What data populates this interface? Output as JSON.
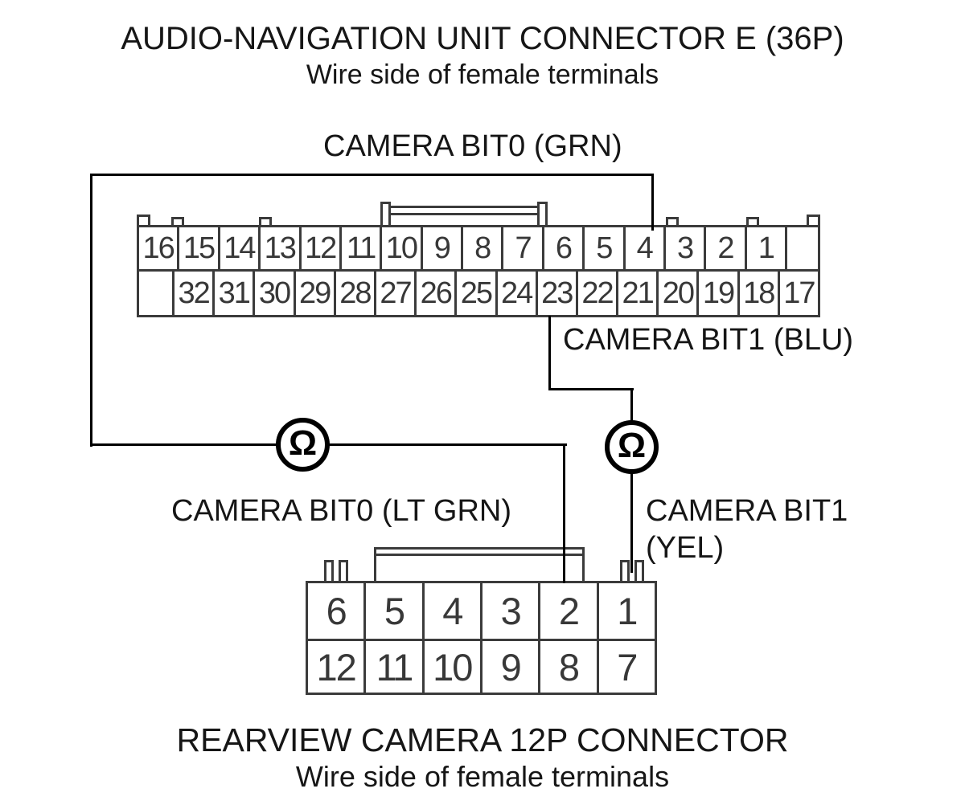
{
  "header": {
    "title": "AUDIO-NAVIGATION UNIT CONNECTOR E (36P)",
    "subtitle": "Wire side of female terminals"
  },
  "footer": {
    "title": "REARVIEW CAMERA 12P CONNECTOR",
    "subtitle": "Wire side of female terminals"
  },
  "wire_labels": {
    "bit0_unit": "CAMERA BIT0 (GRN)",
    "bit1_unit": "CAMERA BIT1 (BLU)",
    "bit0_camera": "CAMERA BIT0 (LT GRN)",
    "bit1_camera_line1": "CAMERA BIT1",
    "bit1_camera_line2": "(YEL)"
  },
  "ohm_symbol": "Ω",
  "top_connector": {
    "row1": [
      "16",
      "15",
      "14",
      "13",
      "12",
      "11",
      "10",
      "9",
      "8",
      "7",
      "6",
      "5",
      "4",
      "3",
      "2",
      "1"
    ],
    "row2": [
      "32",
      "31",
      "30",
      "29",
      "28",
      "27",
      "26",
      "25",
      "24",
      "23",
      "22",
      "21",
      "20",
      "19",
      "18",
      "17"
    ]
  },
  "bottom_connector": {
    "row1": [
      "6",
      "5",
      "4",
      "3",
      "2",
      "1"
    ],
    "row2": [
      "12",
      "11",
      "10",
      "9",
      "8",
      "7"
    ]
  },
  "connections": [
    {
      "signal": "CAMERA BIT0",
      "unit_pin": "4",
      "unit_wire_color": "GRN",
      "camera_pin": "2",
      "camera_wire_color": "LT GRN",
      "test": "continuity (Ω)"
    },
    {
      "signal": "CAMERA BIT1",
      "unit_pin": "23",
      "unit_wire_color": "BLU",
      "camera_pin": "1",
      "camera_wire_color": "YEL",
      "test": "continuity (Ω)"
    }
  ],
  "colors": {
    "connector_line": "#3b3b3b",
    "wire": "#000000",
    "text": "#161616"
  }
}
